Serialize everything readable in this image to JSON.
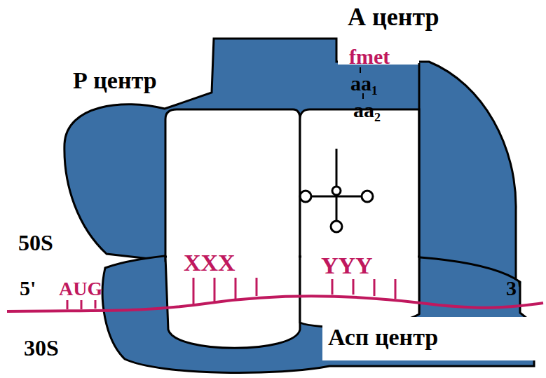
{
  "diagram": {
    "labels": [
      "А центр",
      "fmet",
      "aa₁",
      "aa₂",
      "Р центр",
      "50S",
      "5'",
      "AUG",
      "XXX",
      "YYY",
      "3'",
      "30S",
      "Асп центр"
    ]
  }
}
